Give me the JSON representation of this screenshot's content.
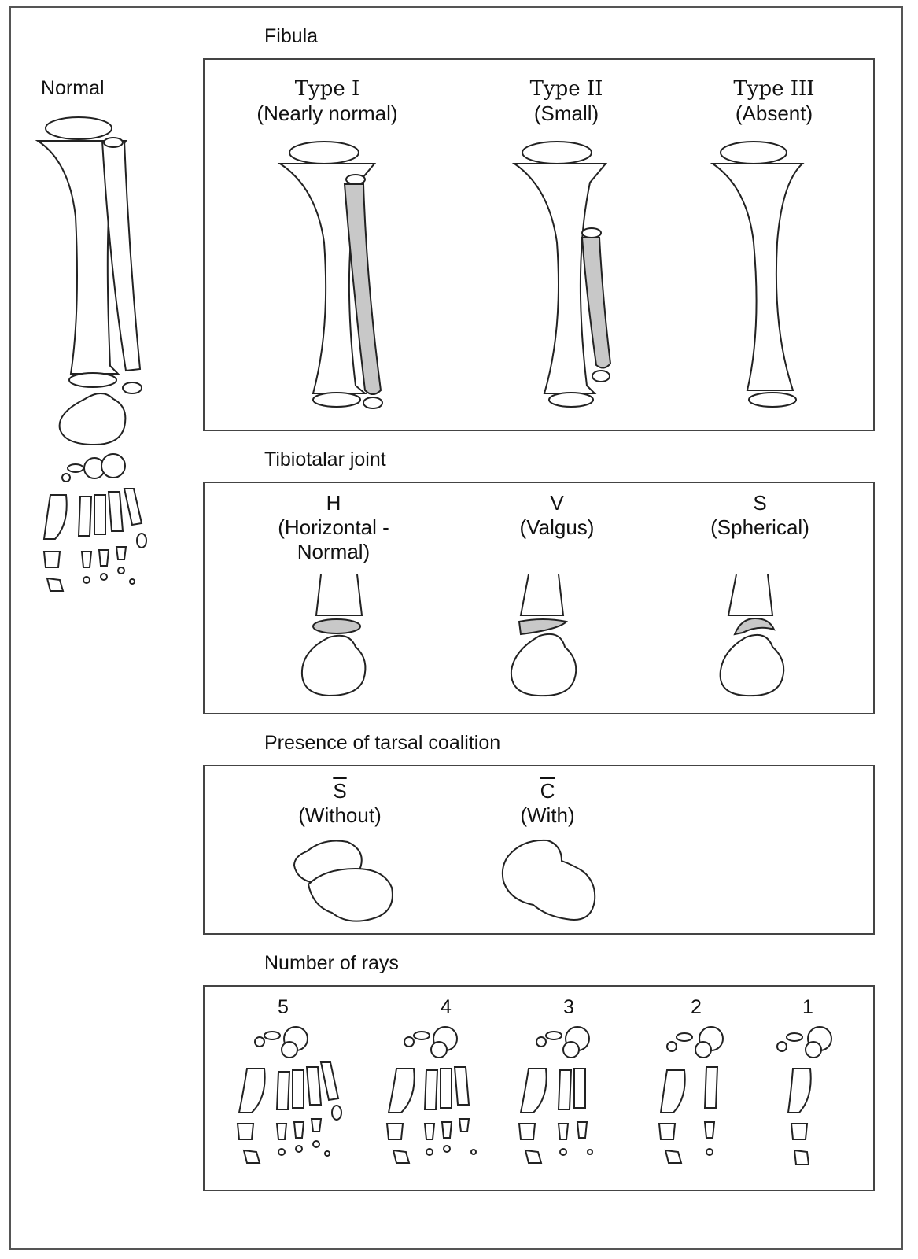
{
  "normal_label": "Normal",
  "sections": {
    "fibula": {
      "title": "Fibula",
      "types": [
        {
          "line1": "Type I",
          "line2": "(Nearly normal)"
        },
        {
          "line1": "Type II",
          "line2": "(Small)"
        },
        {
          "line1": "Type III",
          "line2": "(Absent)"
        }
      ]
    },
    "tibiotalar": {
      "title": "Tibiotalar joint",
      "types": [
        {
          "line1": "H",
          "line2": "(Horizontal -",
          "line3": "Normal)"
        },
        {
          "line1": "V",
          "line2": "(Valgus)"
        },
        {
          "line1": "S",
          "line2": "(Spherical)"
        }
      ]
    },
    "coalition": {
      "title": "Presence of tarsal coalition",
      "types": [
        {
          "line1": "S",
          "line2": "(Without)"
        },
        {
          "line1": "C",
          "line2": "(With)"
        }
      ]
    },
    "rays": {
      "title": "Number of rays",
      "counts": [
        "5",
        "4",
        "3",
        "2",
        "1"
      ]
    }
  },
  "colors": {
    "shaded": "#c8c8c8",
    "outline": "#222222"
  }
}
